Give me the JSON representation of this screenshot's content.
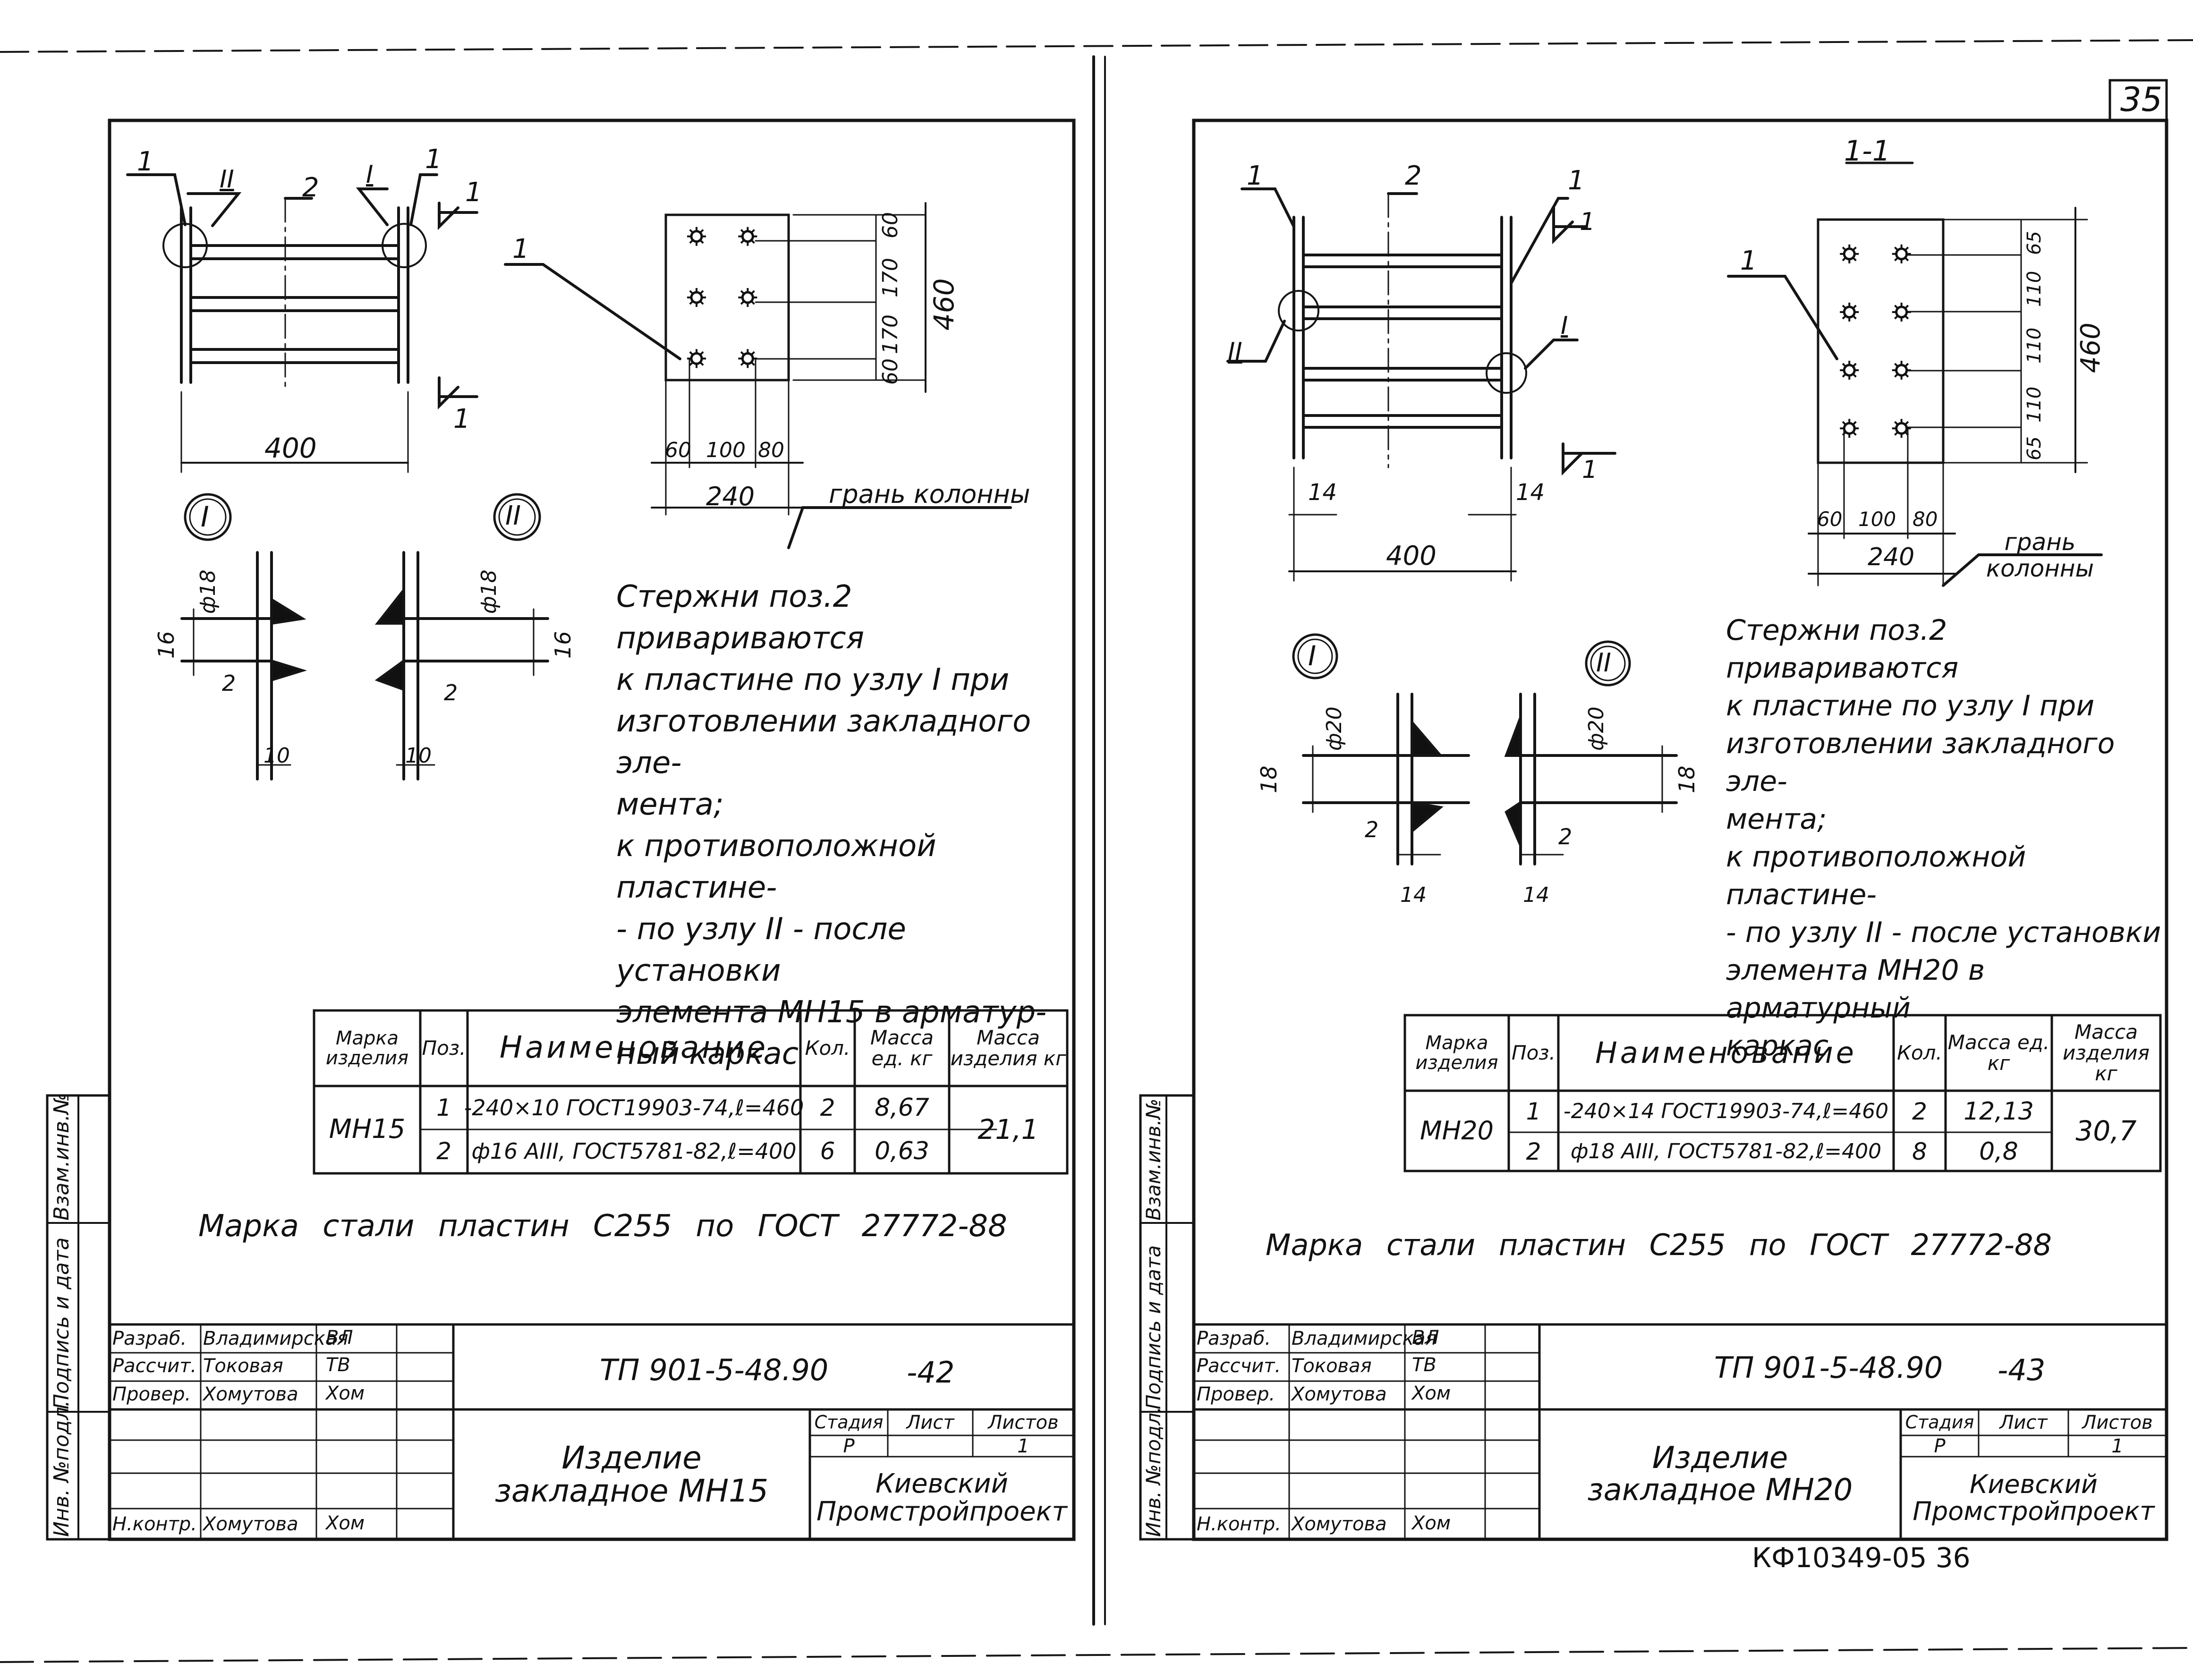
{
  "page_number": "35",
  "archive_code": "КФ10349-05 36",
  "side_labels": {
    "inv_podl": "Инв. №подл.",
    "podp_data": "Подпись и дата",
    "vzam_inv": "Взам.инв.№"
  },
  "sheets": [
    {
      "id": "mn15",
      "dims": {
        "overall_width": "400",
        "plate_height": "460",
        "plate_width": "240",
        "plate_col_dims": [
          "60",
          "100",
          "80"
        ],
        "plate_row_dims": [
          "60",
          "170",
          "170",
          "60"
        ],
        "side_dims": []
      },
      "labels": {
        "pos1": "1",
        "pos2": "2",
        "node_I": "I",
        "node_II": "II",
        "section": "1",
        "face": "грань колонны"
      },
      "detail_I": {
        "dia": "ф18",
        "thk": "16",
        "weld": "2",
        "leg": "10"
      },
      "detail_II": {
        "dia": "ф18",
        "thk": "16",
        "weld": "2",
        "leg": "10"
      },
      "note": "Стержни поз.2 привариваются\nк пластине по узлу I при\nизготовлении закладного эле-\nмента;\nк противоположной пластине-\n- по узлу II - после установки\nэлемента МН15 в арматур-\nный каркас",
      "spec": {
        "headers": [
          "Марка изделия",
          "Поз.",
          "Наименование",
          "Кол.",
          "Масса ед. кг",
          "Масса изделия кг"
        ],
        "mark": "МН15",
        "rows": [
          {
            "pos": "1",
            "name": "-240×10 ГОСТ19903-74,ℓ=460",
            "qty": "2",
            "mass": "8,67"
          },
          {
            "pos": "2",
            "name": "ф16 АIII, ГОСТ5781-82,ℓ=400",
            "qty": "6",
            "mass": "0,63"
          }
        ],
        "total": "21,1"
      },
      "steel_note": "Марка стали пластин С255 по ГОСТ 27772-88",
      "stamp": {
        "code": "ТП 901-5-48.90",
        "sheet_code": "-42",
        "roles": [
          "Разраб.",
          "Рассчит.",
          "Провер.",
          "Н.контр."
        ],
        "names": [
          "Владимирская",
          "Токовая",
          "Хомутова",
          "Хомутова"
        ],
        "signs": [
          "ВЛ",
          "ТВ",
          "Хом",
          "Хом"
        ],
        "title": "Изделие\nзакладное МН15",
        "stage_h": "Стадия",
        "sheet_h": "Лист",
        "sheets_h": "Листов",
        "stage": "Р",
        "sheets": "1",
        "org": "Киевский\nПромстройпроект"
      }
    },
    {
      "id": "mn20",
      "dims": {
        "overall_width": "400",
        "plate_height": "460",
        "plate_width": "240",
        "plate_col_dims": [
          "60",
          "100",
          "80"
        ],
        "plate_row_dims": [
          "65",
          "110",
          "110",
          "110",
          "65"
        ],
        "side_dims": [
          "14",
          "14"
        ]
      },
      "labels": {
        "pos1": "1",
        "pos2": "2",
        "node_I": "I",
        "node_II": "II",
        "section": "1",
        "section_title": "1-1",
        "face": "грань колонны"
      },
      "detail_I": {
        "dia": "ф20",
        "thk": "18",
        "weld": "2",
        "leg": "14"
      },
      "detail_II": {
        "dia": "ф20",
        "thk": "18",
        "weld": "2",
        "leg": "14"
      },
      "note": "Стержни поз.2 привариваются\nк пластине по узлу I при\nизготовлении закладного эле-\nмента;\nк противоположной пластине-\n- по узлу II - после установки\nэлемента МН20 в арматурный\nкаркас",
      "spec": {
        "headers": [
          "Марка изделия",
          "Поз.",
          "Наименование",
          "Кол.",
          "Масса ед. кг",
          "Масса изделия кг"
        ],
        "mark": "МН20",
        "rows": [
          {
            "pos": "1",
            "name": "-240×14 ГОСТ19903-74,ℓ=460",
            "qty": "2",
            "mass": "12,13"
          },
          {
            "pos": "2",
            "name": "ф18 АIII, ГОСТ5781-82,ℓ=400",
            "qty": "8",
            "mass": "0,8"
          }
        ],
        "total": "30,7"
      },
      "steel_note": "Марка стали пластин С255 по ГОСТ 27772-88",
      "stamp": {
        "code": "ТП 901-5-48.90",
        "sheet_code": "-43",
        "roles": [
          "Разраб.",
          "Рассчит.",
          "Провер.",
          "Н.контр."
        ],
        "names": [
          "Владимирская",
          "Токовая",
          "Хомутова",
          "Хомутова"
        ],
        "signs": [
          "ВЛ",
          "ТВ",
          "Хом",
          "Хом"
        ],
        "title": "Изделие\nзакладное МН20",
        "stage_h": "Стадия",
        "sheet_h": "Лист",
        "sheets_h": "Листов",
        "stage": "Р",
        "sheets": "1",
        "org": "Киевский\nПромстройпроект"
      }
    }
  ]
}
